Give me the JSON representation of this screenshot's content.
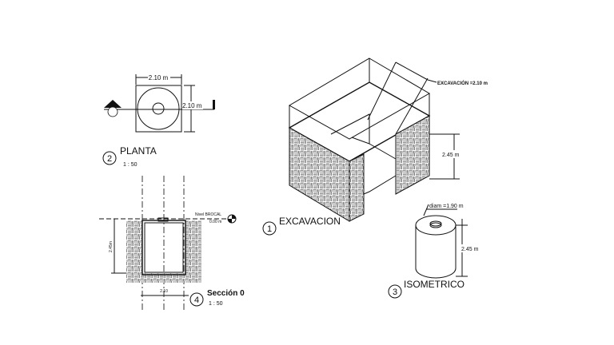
{
  "planta": {
    "title": "PLANTA",
    "number": "2",
    "scale": "1 : 50",
    "dim_width": "2.10 m",
    "dim_height": "2.10 m"
  },
  "seccion": {
    "title": "Sección 0",
    "number": "4",
    "scale": "1 : 50",
    "dim_width": "2.10",
    "dim_height": "2.45m",
    "level_label": "Nivel BROCAL",
    "level_value": "0.00 m"
  },
  "excavacion": {
    "title": "EXCAVACION",
    "number": "1",
    "callout": "EXCAVACIÓN =2.10 m",
    "dim_height": "2.45 m"
  },
  "isometrico": {
    "title": "ISOMETRICO",
    "number": "3",
    "dim_diam": "diam =1.90 m",
    "dim_height": "2.45 m"
  }
}
